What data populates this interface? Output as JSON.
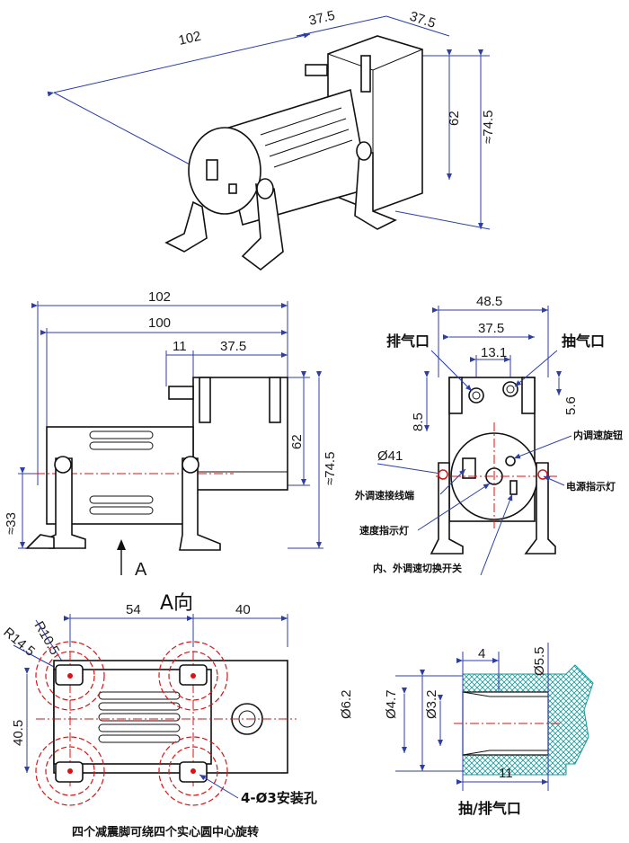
{
  "iso_view": {
    "dims": {
      "overall_length": "102",
      "top_w1": "37.5",
      "top_w2": "37.5",
      "height_62": "62",
      "height_745": "≈74.5"
    }
  },
  "front_view": {
    "dims": {
      "d102": "102",
      "d100": "100",
      "d11": "11",
      "d375": "37.5",
      "d62": "62",
      "d745": "≈74.5",
      "d33": "≈33"
    },
    "arrow_label": "A"
  },
  "side_view": {
    "dims": {
      "d485": "48.5",
      "d375": "37.5",
      "d131": "13.1",
      "d85": "8.5",
      "d56": "5.6",
      "d41": "Ø41"
    },
    "labels": {
      "exhaust": "排气口",
      "intake": "抽气口",
      "inner_knob": "内调速旋钮",
      "ext_terminal": "外调速接线端",
      "power_led": "电源指示灯",
      "speed_led": "速度指示灯",
      "switch": "内、外调速切换开关"
    }
  },
  "bottom_view": {
    "title": "A向",
    "dims": {
      "d54": "54",
      "d40": "40",
      "d405": "40.5",
      "r105": "R10.5",
      "r145": "R14.5"
    },
    "holes": "4-Ø3安装孔",
    "note": "四个减震脚可绕四个实心圆中心旋转"
  },
  "port_view": {
    "dims": {
      "d4": "4",
      "d55": "Ø5.5",
      "d62": "Ø6.2",
      "d47": "Ø4.7",
      "d32": "Ø3.2",
      "d11": "11"
    },
    "caption": "抽/排气口"
  }
}
